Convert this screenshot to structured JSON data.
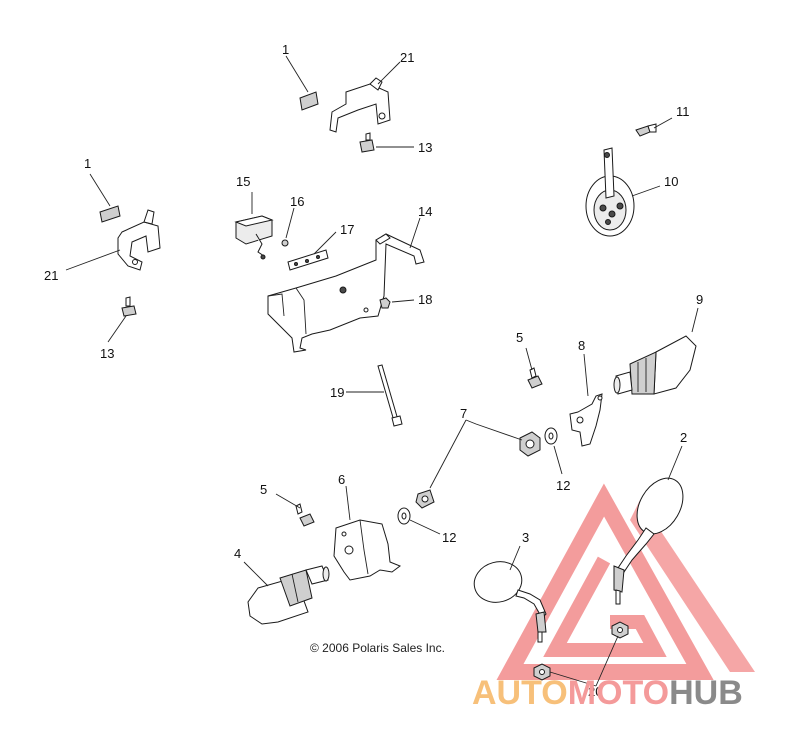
{
  "copyright": "© 2006 Polaris Sales Inc.",
  "watermark": {
    "part1": "AUTO",
    "part2": "MOTO",
    "part3": "HUB",
    "colors": {
      "auto": "#f7c07a",
      "moto": "#f49a9a",
      "hub": "#8a8a8a",
      "triangle": "#f28b8b"
    }
  },
  "callouts": {
    "c1a": "1",
    "c21a": "21",
    "c13a": "13",
    "c1b": "1",
    "c21b": "21",
    "c13b": "13",
    "c15": "15",
    "c16": "16",
    "c17": "17",
    "c14": "14",
    "c18": "18",
    "c11": "11",
    "c10": "10",
    "c19": "19",
    "c5a": "5",
    "c8": "8",
    "c9": "9",
    "c7": "7",
    "c12a": "12",
    "c2": "2",
    "c5b": "5",
    "c6": "6",
    "c12b": "12",
    "c4": "4",
    "c3": "3",
    "c20": "20"
  }
}
